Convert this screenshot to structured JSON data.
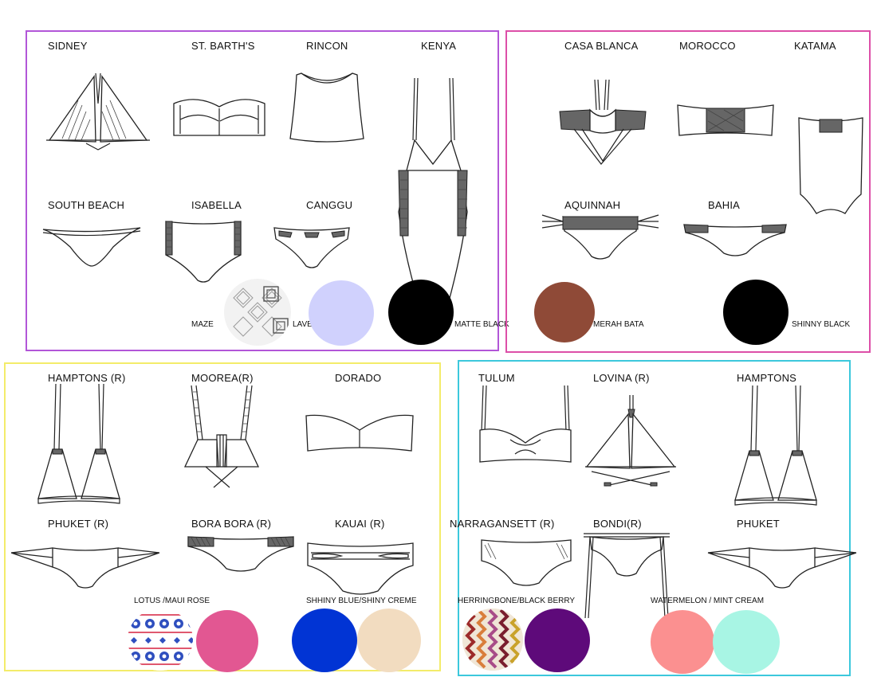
{
  "groups": [
    {
      "color": "#b256d8",
      "styles": [
        "SIDNEY",
        "ST. BARTH'S",
        "RINCON",
        "KENYA",
        "SOUTH BEACH",
        "ISABELLA",
        "CANGGU"
      ],
      "swatches": [
        {
          "label": "MAZE",
          "color": "#e8e8e8",
          "icon": "maze-pattern-icon"
        },
        {
          "label": "LAVENDER",
          "color": "#d0d1fd"
        },
        {
          "label": "MATTE BLACK",
          "color": "#000000"
        }
      ]
    },
    {
      "color": "#dd4fa8",
      "styles": [
        "CASA BLANCA",
        "MOROCCO",
        "KATAMA",
        "AQUINNAH",
        "BAHIA"
      ],
      "swatches": [
        {
          "label": "MERAH BATA",
          "color": "#8f4a37"
        },
        {
          "label": "SHINNY BLACK",
          "color": "#000000"
        }
      ]
    },
    {
      "color": "#f3ec6a",
      "styles": [
        "HAMPTONS (R)",
        "MOOREA(R)",
        "DORADO",
        "PHUKET (R)",
        "BORA BORA (R)",
        "KAUAI (R)"
      ],
      "swatches": [
        {
          "label": "LOTUS /MAUI ROSE",
          "colors": [
            "#ffffff",
            "#e25792"
          ],
          "icon": "lotus-pattern-icon"
        },
        {
          "label": "SHHINY BLUE/SHINY CREME",
          "colors": [
            "#0134d4",
            "#f2dcc0"
          ]
        }
      ]
    },
    {
      "color": "#3cc8dc",
      "styles": [
        "TULUM",
        "LOVINA (R)",
        "HAMPTONS",
        "NARRAGANSETT (R)",
        "BONDI(R)",
        "PHUKET"
      ],
      "swatches": [
        {
          "label": "HERRINGBONE/BLACK BERRY",
          "colors": [
            "#f0e6d6",
            "#5e0a7a"
          ],
          "icon": "herringbone-pattern-icon"
        },
        {
          "label": "WATERMELON / MINT CREAM",
          "colors": [
            "#fb9090",
            "#a8f5e4"
          ]
        }
      ]
    }
  ]
}
